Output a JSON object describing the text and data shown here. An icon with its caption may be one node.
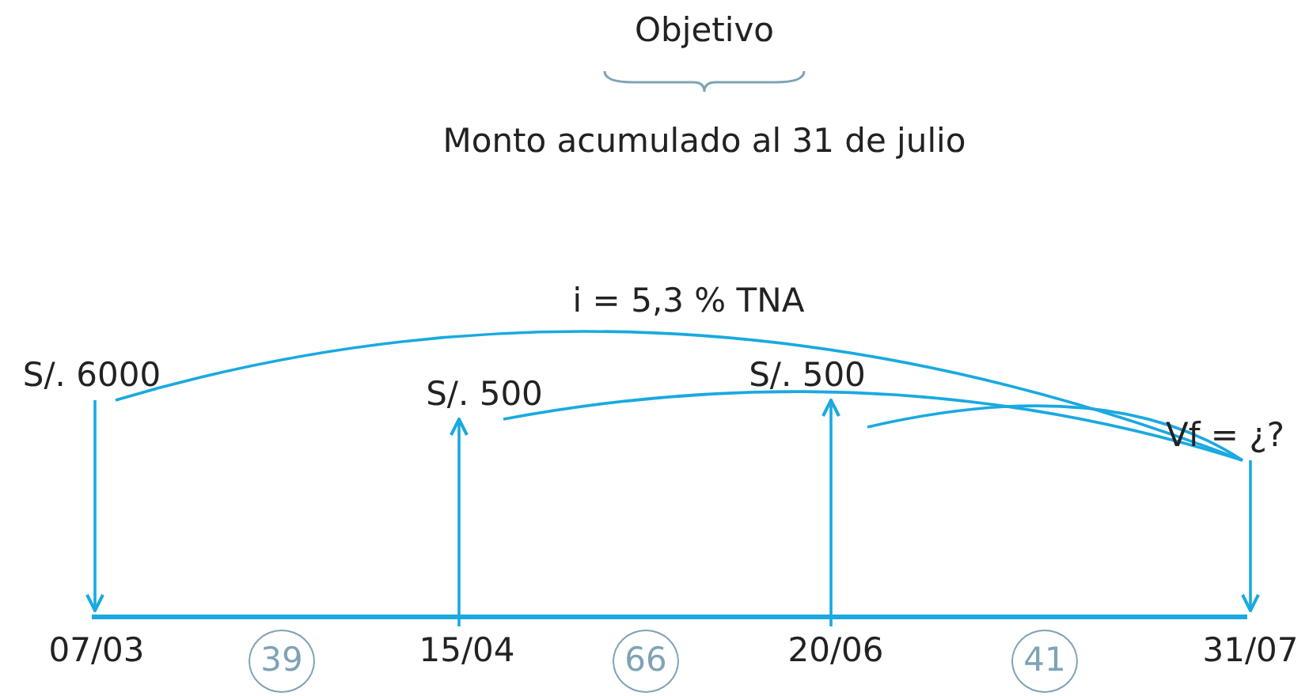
{
  "diagram": {
    "nodes": [
      {
        "text": [
          "S/. 6000"
        ]
      },
      {
        "text": [
          "S/. 500"
        ]
      },
      {
        "text": [
          "S/. 500"
        ]
      },
      {
        "text": [
          "Vf = ¿?"
        ]
      },
      {
        "text": [
          "07/03"
        ]
      },
      {
        "text": [
          "15/04"
        ]
      },
      {
        "text": [
          "20/06"
        ]
      },
      {
        "text": [
          "31/07"
        ]
      },
      {
        "text": [
          "39"
        ]
      },
      {
        "text": [
          "66"
        ]
      },
      {
        "text": [
          "41"
        ]
      }
    ],
    "edges": [
      {
        "from": 0,
        "to": 4,
        "arrow": "to"
      },
      {
        "from": 5,
        "to": 1,
        "arrow": "to"
      },
      {
        "from": 6,
        "to": 2,
        "arrow": "to"
      },
      {
        "from": 3,
        "to": 7,
        "arrow": "to"
      },
      {
        "from": 0,
        "to": 3,
        "arrow": "none"
      },
      {
        "from": 1,
        "to": 3,
        "arrow": "none"
      },
      {
        "from": 2,
        "to": 3,
        "arrow": "none"
      }
    ],
    "labels": [
      "Objetivo",
      "Monto acumulado al 31 de julio",
      "i = 5,3 % TNA"
    ]
  }
}
